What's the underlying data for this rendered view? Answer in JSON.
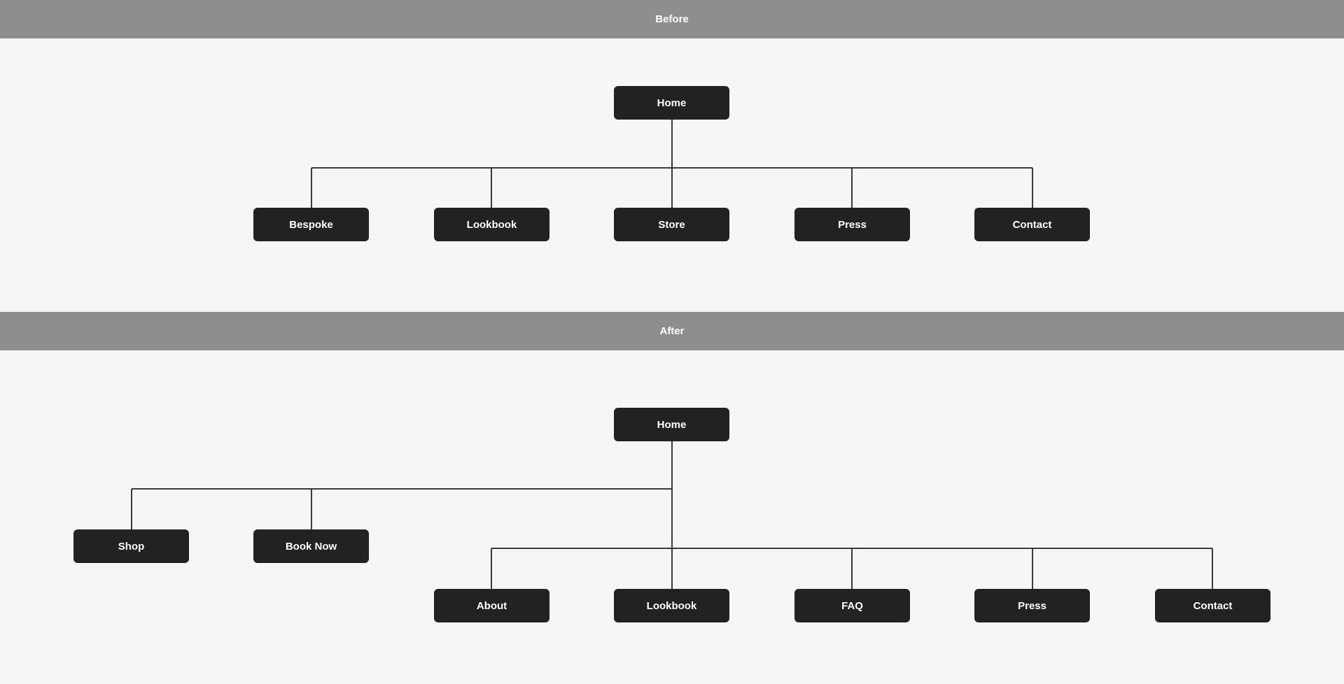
{
  "before": {
    "title": "Before",
    "root": "Home",
    "children": [
      "Bespoke",
      "Lookbook",
      "Store",
      "Press",
      "Contact"
    ]
  },
  "after": {
    "title": "After",
    "root": "Home",
    "group_a": [
      "Shop",
      "Book Now"
    ],
    "group_b": [
      "About",
      "Lookbook",
      "FAQ",
      "Press",
      "Contact"
    ]
  },
  "colors": {
    "background": "#f6f6f6",
    "header": "#8e8e8e",
    "node": "#222222",
    "node_text": "#ffffff",
    "connector": "#3a3a3a"
  }
}
